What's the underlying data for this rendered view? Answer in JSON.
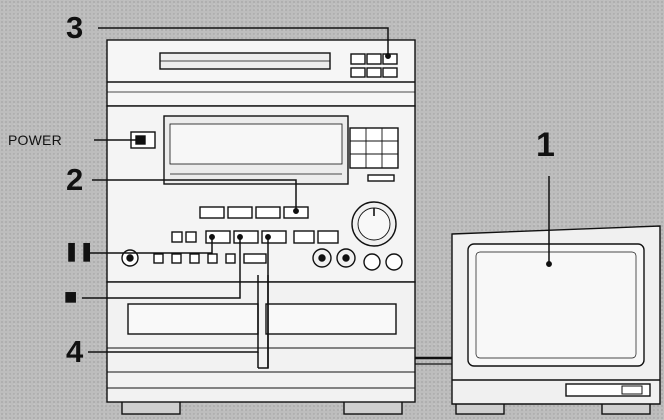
{
  "labels": {
    "power": "POWER",
    "callout_1": "1",
    "callout_2": "2",
    "callout_3": "3",
    "callout_4": "4",
    "pause_symbol": "❚❚",
    "stop_symbol": "■"
  },
  "colors": {
    "background": "#bdbdbd",
    "line": "#111111",
    "panel": "#f4f4f4",
    "shade": "#d6d6d6"
  }
}
